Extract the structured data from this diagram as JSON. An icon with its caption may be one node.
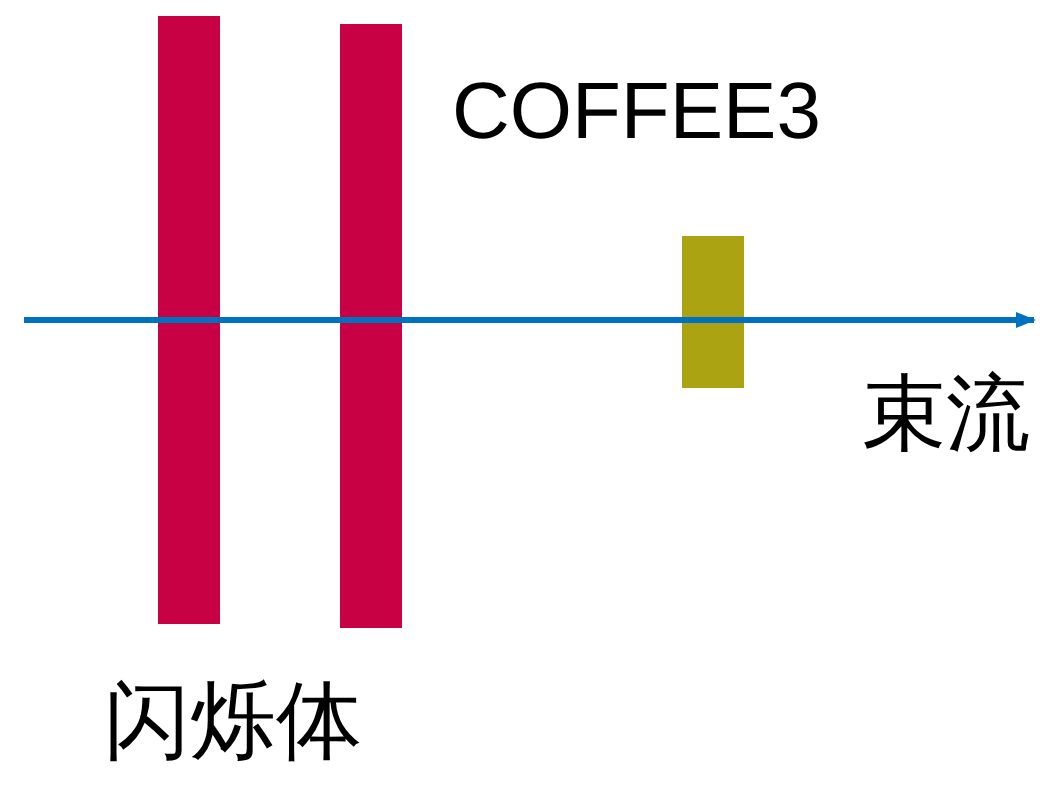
{
  "diagram": {
    "nodes": [
      {
        "text": [],
        "shape": "bar"
      },
      {
        "text": [],
        "shape": "bar"
      },
      {
        "text": [],
        "shape": "bar"
      }
    ],
    "labels": [
      "COFFEE3",
      "束流",
      "闪烁体"
    ]
  }
}
